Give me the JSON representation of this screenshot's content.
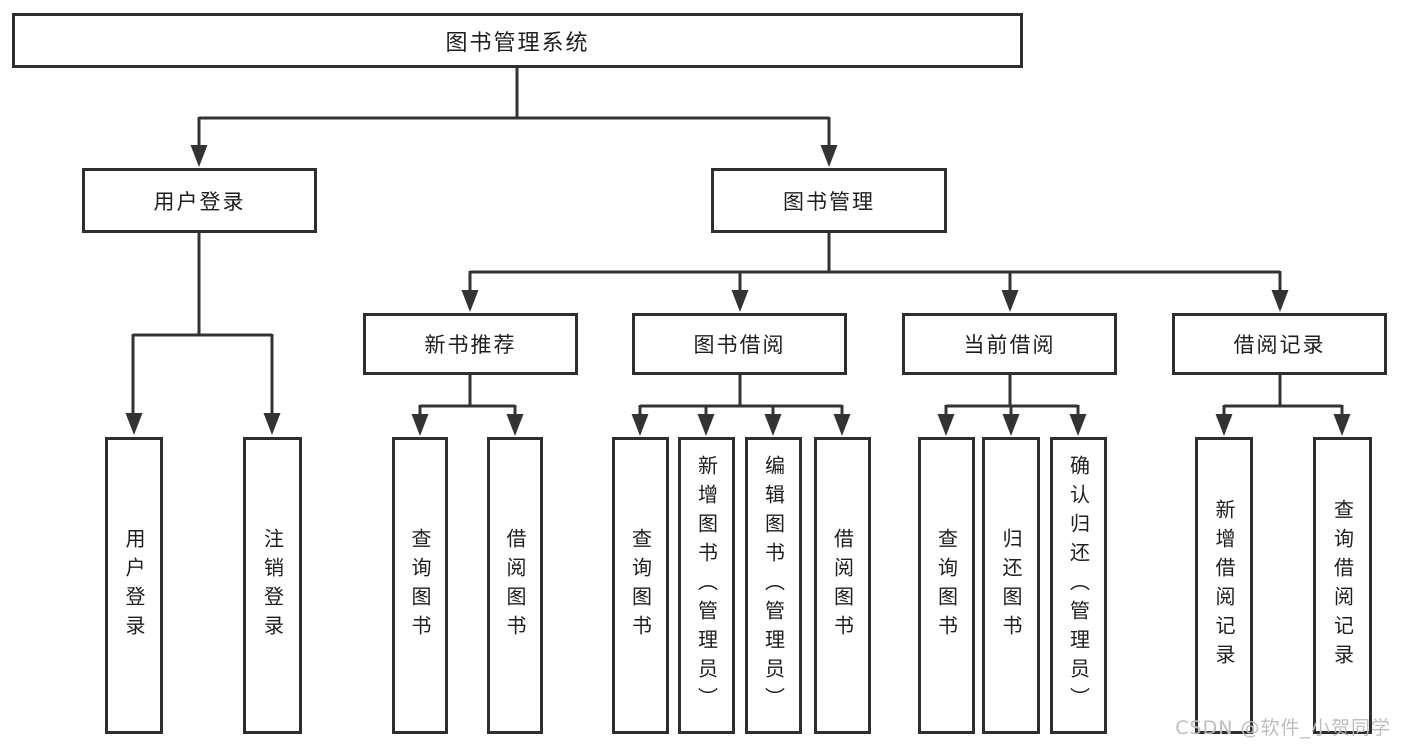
{
  "diagram": {
    "root_label": "图书管理系统",
    "branches": [
      {
        "label": "用户登录",
        "children": [
          "用户登录",
          "注销登录"
        ]
      },
      {
        "label": "图书管理",
        "sections": [
          {
            "label": "新书推荐",
            "children": [
              "查询图书",
              "借阅图书"
            ]
          },
          {
            "label": "图书借阅",
            "children": [
              "查询图书",
              "新增图书（管理员）",
              "编辑图书（管理员）",
              "借阅图书"
            ]
          },
          {
            "label": "当前借阅",
            "children": [
              "查询图书",
              "归还图书",
              "确认归还（管理员）"
            ]
          },
          {
            "label": "借阅记录",
            "children": [
              "新增借阅记录",
              "查询借阅记录"
            ]
          }
        ]
      }
    ],
    "line_color": "#333333"
  },
  "watermark": {
    "text": "CSDN @软件_小贺同学",
    "color": "#bdbdbd"
  }
}
